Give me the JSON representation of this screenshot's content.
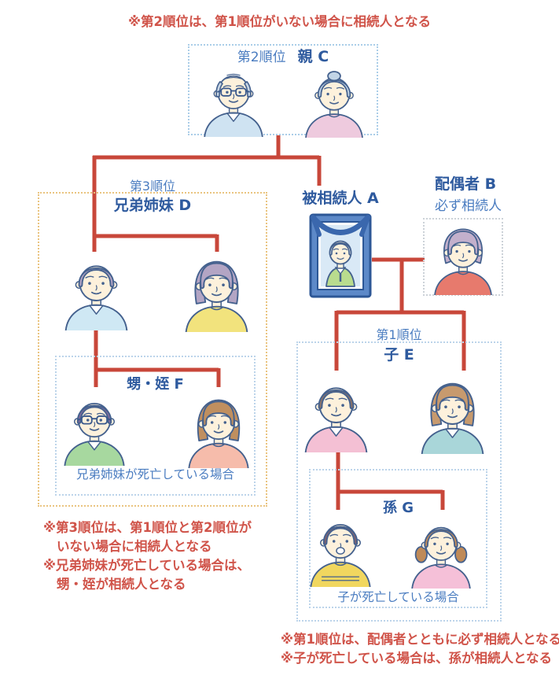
{
  "colors": {
    "line_red": "#c8473a",
    "note_red": "#d0544a",
    "label_blue": "#4a7cc0",
    "label_blue_dark": "#2e5a9e",
    "parents_box_border": "#aacde8",
    "siblings_box_border": "#eac480",
    "inner_box_border": "#bcd4ea",
    "spouse_box_border": "#ccd2d8"
  },
  "top_note": "※第2順位は、第1順位がいない場合に相続人となる",
  "parents": {
    "rank": "第2順位",
    "name": "親 C",
    "people": [
      {
        "icon": "grandfather-icon",
        "hair": "bald",
        "hair_color": "#c8d6e4",
        "shirt_color": "#cfe3f2",
        "glasses": true,
        "collar": "v"
      },
      {
        "icon": "grandmother-icon",
        "hair": "bun",
        "hair_color": "#c2d4e6",
        "shirt_color": "#eecade",
        "collar": "crew"
      }
    ]
  },
  "siblings": {
    "rank": "第3順位",
    "name": "兄弟姉妹 D",
    "people": [
      {
        "icon": "sibling-brother-icon",
        "hair": "short",
        "hair_color": "#b3a5c4",
        "shirt_color": "#cfe8f4",
        "collar": "v"
      },
      {
        "icon": "sibling-sister-icon",
        "hair": "bob",
        "hair_color": "#b3a5c4",
        "shirt_color": "#f2e37d",
        "collar": "crew"
      }
    ],
    "nephews": {
      "name": "甥・姪 F",
      "caption": "兄弟姉妹が死亡している場合",
      "people": [
        {
          "icon": "nephew-icon",
          "hair": "short",
          "hair_color": "#7e6b9b",
          "shirt_color": "#a7d89f",
          "glasses": true,
          "collar": "v"
        },
        {
          "icon": "niece-icon",
          "hair": "bob",
          "hair_color": "#c08f5f",
          "shirt_color": "#f6bcab",
          "collar": "crew"
        }
      ]
    }
  },
  "deceased": {
    "name": "被相続人 A",
    "portrait": {
      "icon": "memorial-portrait-icon",
      "frame_color": "#5d89c8",
      "ribbon_color": "#3a67ad",
      "shirt_color": "#b9dc8e"
    }
  },
  "spouse": {
    "name": "配偶者 B",
    "sub": "必ず相続人",
    "person": {
      "icon": "spouse-icon",
      "hair": "curly",
      "hair_color": "#c3b0cc",
      "shirt_color": "#e77a6d",
      "collar": "crew"
    }
  },
  "children": {
    "rank": "第1順位",
    "name": "子 E",
    "people": [
      {
        "icon": "son-icon",
        "hair": "short",
        "hair_color": "#8a7268",
        "shirt_color": "#f4c0d4",
        "collar": "v"
      },
      {
        "icon": "daughter-icon",
        "hair": "bob",
        "hair_color": "#c79a6e",
        "shirt_color": "#a9d6d9",
        "collar": "v"
      }
    ],
    "grandchildren": {
      "name": "孫 G",
      "caption": "子が死亡している場合",
      "people": [
        {
          "icon": "grandson-icon",
          "hair": "boy",
          "hair_color": "#7c6272",
          "shirt_color": "#f1d75f",
          "collar": "stripe",
          "open_mouth": true
        },
        {
          "icon": "granddaughter-icon",
          "hair": "pigtails",
          "hair_color": "#bf8a58",
          "shirt_color": "#f5c0d8",
          "collar": "crew"
        }
      ]
    }
  },
  "notes_left": [
    "※第3順位は、第1順位と第2順位が",
    "いない場合に相続人となる",
    "※兄弟姉妹が死亡している場合は、",
    "甥・姪が相続人となる"
  ],
  "notes_right": [
    "※第1順位は、配偶者とともに必ず相続人となる",
    "※子が死亡している場合は、孫が相続人となる"
  ]
}
